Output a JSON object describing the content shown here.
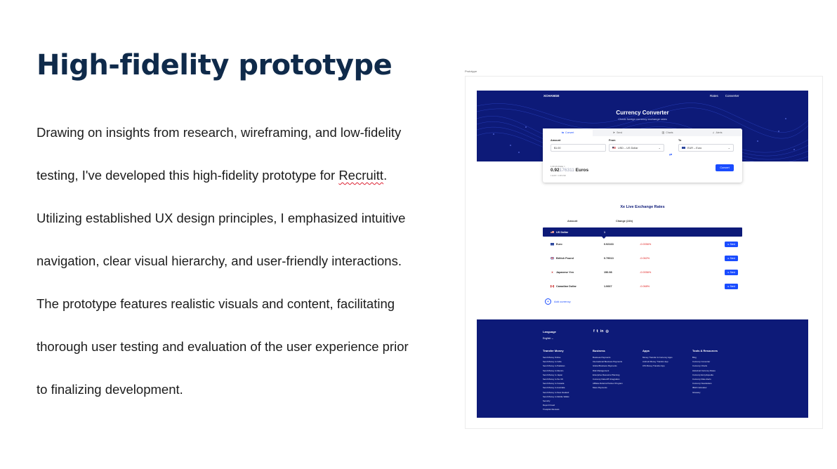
{
  "slide": {
    "title": "High-fidelity prototype",
    "lines": [
      "Drawing on insights from research, wireframing, and low-fidelity",
      "testing, I've developed this high-fidelity prototype for ",
      "Utilizing established UX design principles, I emphasized intuitive",
      "navigation, clear visual hierarchy, and user-friendly interactions.",
      "The prototype features realistic visuals and content, facilitating",
      "thorough user testing and evaluation of the user experience prior",
      "to finalizing development."
    ],
    "brand_word": "Recruitt",
    "period": "."
  },
  "prototype": {
    "frame_label": "Prototype",
    "nav": {
      "logo": "XCHANGE",
      "links": [
        "Rates",
        "Converter"
      ]
    },
    "hero": {
      "title": "Currency Converter",
      "subtitle": "Check foreign currency exchange rates"
    },
    "tabs": [
      {
        "label": "Convert",
        "icon": "convert-icon"
      },
      {
        "label": "Send",
        "icon": "send-icon"
      },
      {
        "label": "Charts",
        "icon": "chart-icon"
      },
      {
        "label": "Alerts",
        "icon": "bell-icon"
      }
    ],
    "converter": {
      "amount_label": "Amount",
      "amount_value": "$1.00",
      "from_label": "From",
      "from_value": "USD – US Dollar",
      "to_label": "To",
      "to_value": "EUR – Euro",
      "result_small": "1.00 US Dollar =",
      "result_main": "0.92",
      "result_tail": "176311",
      "result_unit": " Euros",
      "result_rate": "1 EUR = 1.08 USD",
      "convert_label": "Convert"
    },
    "rates": {
      "title": "Xe Live Exchange Rates",
      "headers": [
        "Amount",
        "Change (24h)"
      ],
      "base": {
        "name": "US Dollar",
        "amount": "1"
      },
      "rows": [
        {
          "name": "Euro",
          "amount": "0.92163",
          "change": "-0.0056%"
        },
        {
          "name": "British Pound",
          "amount": "0.79013",
          "change": "-0.062%"
        },
        {
          "name": "Japanese Yen",
          "amount": "156.98",
          "change": "-0.0056%"
        },
        {
          "name": "Canadian Dollar",
          "amount": "1.0667",
          "change": "-0.068%"
        }
      ],
      "send_label": "Send",
      "add_label": "Add currency"
    },
    "footer": {
      "language_label": "Language",
      "language_value": "English",
      "columns": [
        {
          "title": "Transfer Money",
          "links": [
            "Send Money Online",
            "Send Money to India",
            "Send Money to Pakistan",
            "Send Money to Mexico",
            "Send Money to Japan",
            "Send Money to the UK",
            "Send Money to Canada",
            "Send Money to Australia",
            "Send Money to New Zealand",
            "Send Money to Mobile Wallet",
            "Security",
            "Report Fraud",
            "Trustpilot Reviews"
          ]
        },
        {
          "title": "Business",
          "links": [
            "Business Payments",
            "International Business Payments",
            "Global Business Payments",
            "Risk Management",
            "Enterprise Resource Planning",
            "Currency Data API Integration",
            "Affiliate Referral Partner Program",
            "Mass Payments"
          ]
        },
        {
          "title": "Apps",
          "links": [
            "Money Transfer & Currency Apps",
            "Android Money Transfer App",
            "iOS Money Transfer App"
          ]
        },
        {
          "title": "Tools & Resources",
          "links": [
            "Blog",
            "Currency Converter",
            "Currency Charts",
            "Historical Currency Rates",
            "Currency Encyclopedia",
            "Currency Rate Alerts",
            "Currency Newsletters",
            "IBAN Calculator",
            "Glossary"
          ]
        }
      ]
    }
  },
  "colors": {
    "navy": "#0d1a78",
    "accent": "#1a4cff",
    "negative": "#e02020",
    "title": "#0f2a4a"
  }
}
